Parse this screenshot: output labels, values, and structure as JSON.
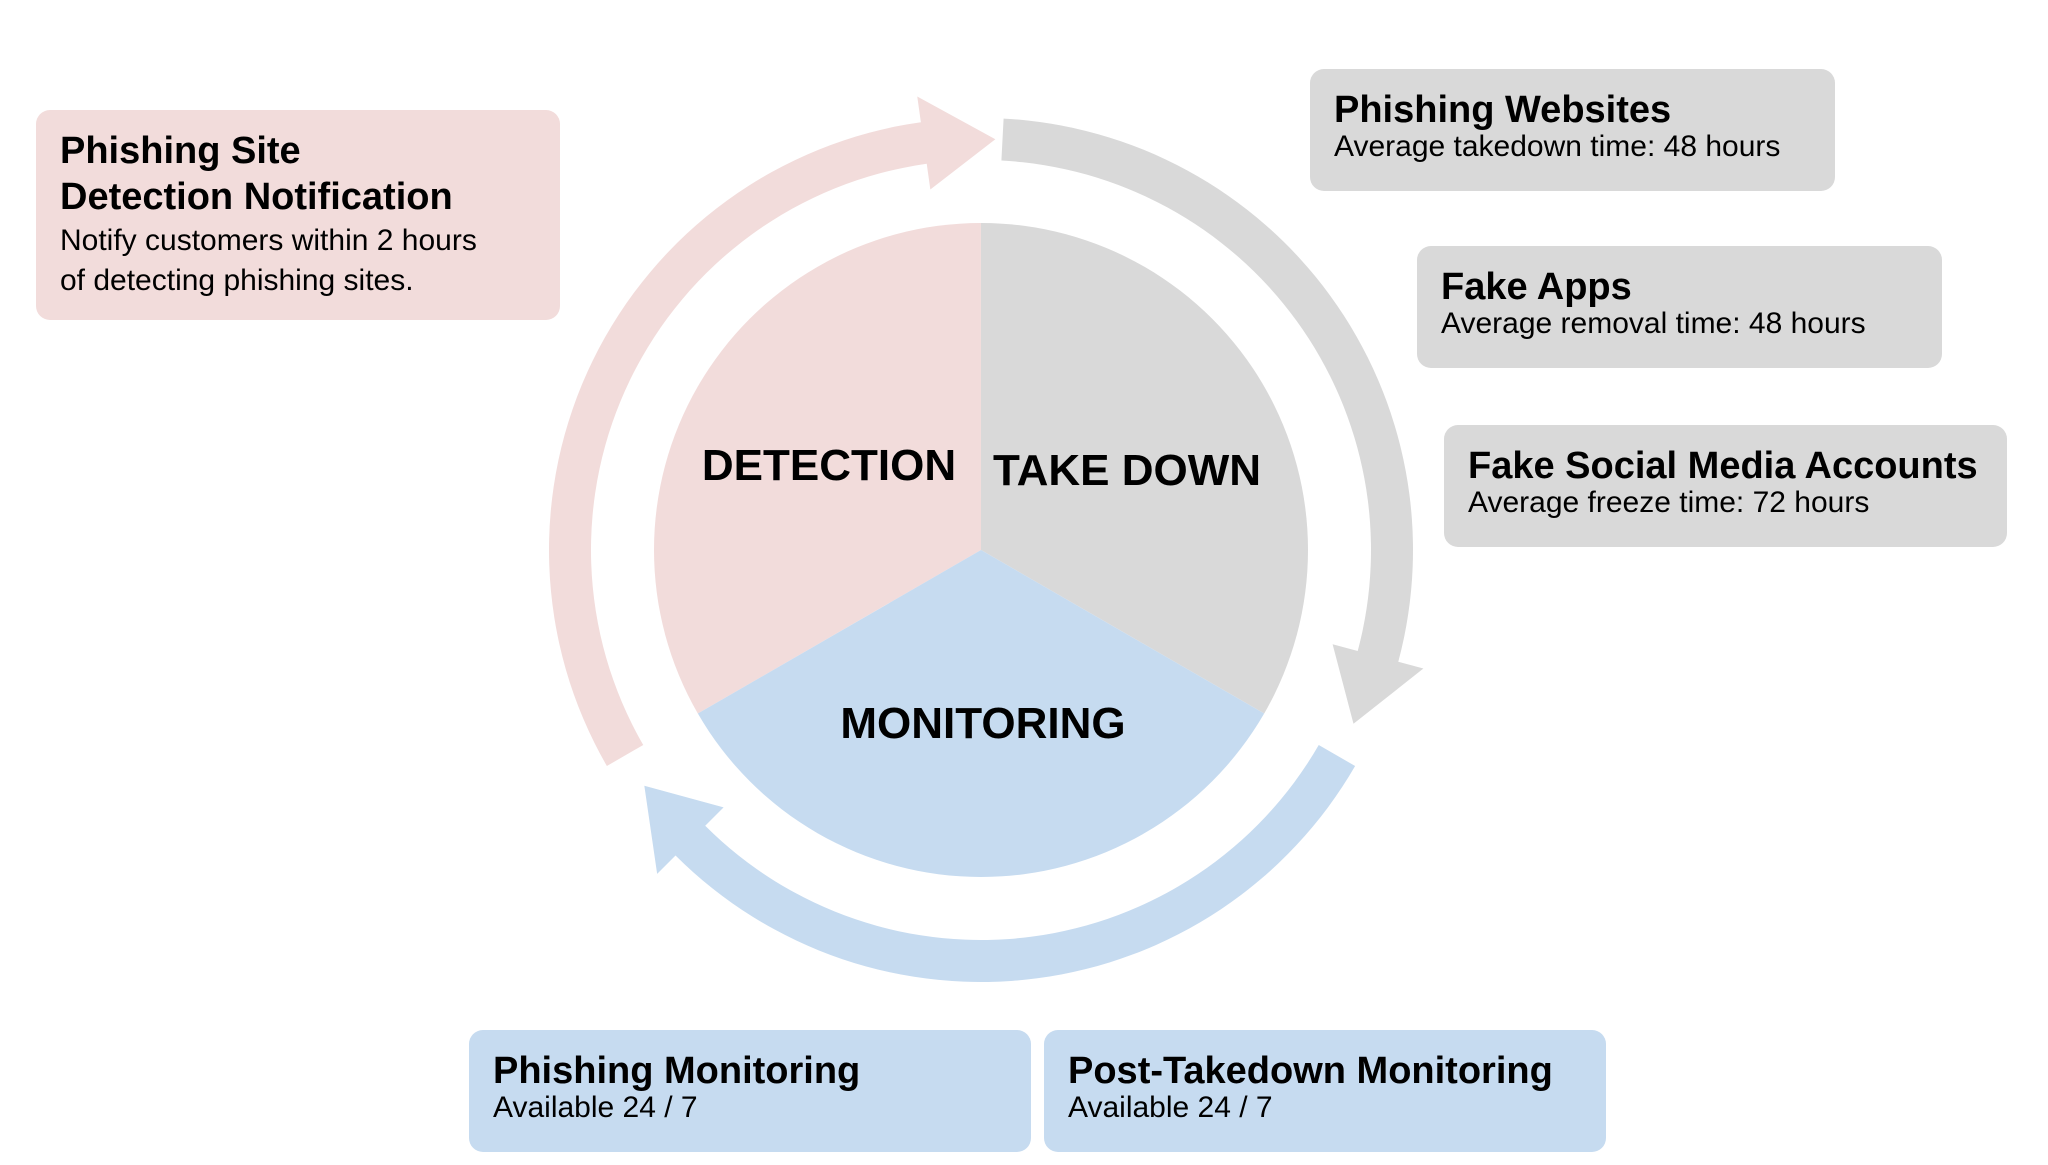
{
  "colors": {
    "detection": "#f2dcdb",
    "takedown": "#d9d9d9",
    "monitoring": "#c6dbf0",
    "text": "#000000",
    "background": "#ffffff"
  },
  "cycle": {
    "segments": [
      {
        "id": "detection",
        "label": "DETECTION",
        "color": "#f2dcdb",
        "share": 0.3333
      },
      {
        "id": "takedown",
        "label": "TAKE DOWN",
        "color": "#d9d9d9",
        "share": 0.3333
      },
      {
        "id": "monitoring",
        "label": "MONITORING",
        "color": "#c6dbf0",
        "share": 0.3333
      }
    ],
    "arrows": [
      {
        "from": "detection",
        "to": "takedown",
        "color": "#f2dcdb",
        "direction": "clockwise"
      },
      {
        "from": "takedown",
        "to": "monitoring",
        "color": "#d9d9d9",
        "direction": "clockwise"
      },
      {
        "from": "monitoring",
        "to": "detection",
        "color": "#c6dbf0",
        "direction": "clockwise"
      }
    ]
  },
  "cards": {
    "detection": {
      "title_line1": "Phishing Site",
      "title_line2": "Detection Notification",
      "desc_line1": "Notify customers within 2 hours",
      "desc_line2": "of detecting phishing sites."
    },
    "takedown": [
      {
        "title": "Phishing Websites",
        "desc": "Average takedown time: 48 hours"
      },
      {
        "title": "Fake Apps",
        "desc": "Average removal time: 48 hours"
      },
      {
        "title": "Fake Social Media Accounts",
        "desc": "Average freeze time: 72 hours"
      }
    ],
    "monitoring": [
      {
        "title": "Phishing Monitoring",
        "desc": "Available 24 / 7"
      },
      {
        "title": "Post-Takedown Monitoring",
        "desc": "Available 24 / 7"
      }
    ]
  }
}
